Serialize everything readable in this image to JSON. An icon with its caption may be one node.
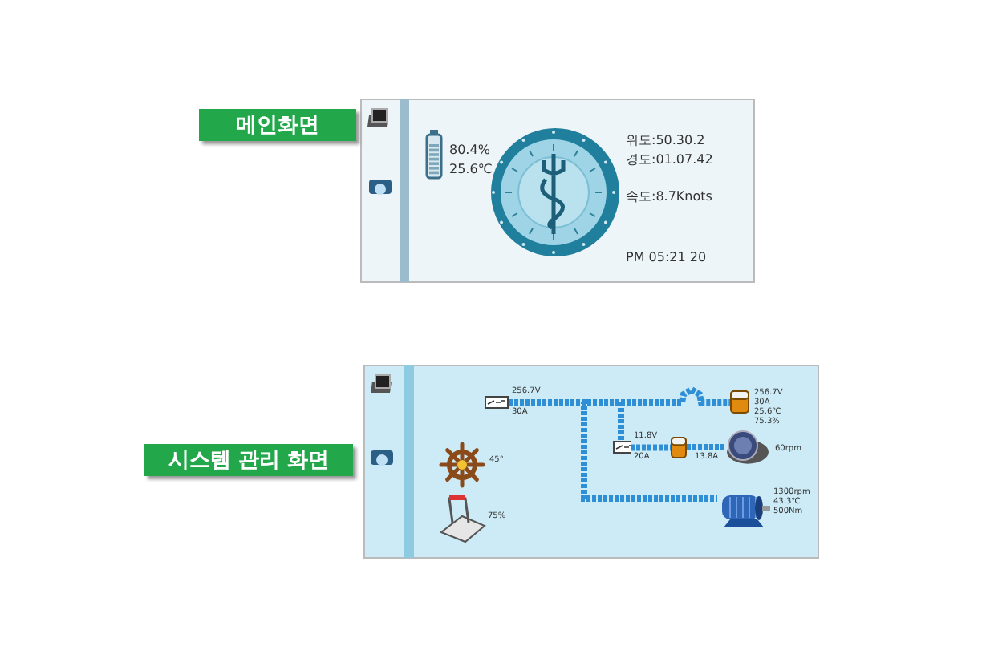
{
  "diagram": {
    "nodes": [
      {
        "text": [
          "메인화면"
        ]
      },
      {
        "text": [
          "시스템 관리 화면"
        ]
      },
      {
        "text": [],
        "shape": "box",
        "beside": [
          "256.7V",
          "30A"
        ]
      },
      {
        "text": [],
        "shape": "picture",
        "beside": [
          "256.7V",
          "30A",
          "25.6℃",
          "75.3%"
        ]
      },
      {
        "text": [],
        "shape": "box",
        "beside": [
          "11.8V",
          "20A"
        ]
      },
      {
        "text": [],
        "shape": "picture"
      },
      {
        "text": [],
        "shape": "picture",
        "beside": [
          "60rpm"
        ]
      },
      {
        "text": [],
        "shape": "picture",
        "beside": [
          "1300rpm",
          "43.3℃",
          "500Nm"
        ]
      }
    ],
    "edges": [
      {
        "from": 2,
        "to": 3,
        "arrow": "none"
      },
      {
        "from": 2,
        "to": 4,
        "arrow": "none"
      },
      {
        "from": 2,
        "to": 7,
        "arrow": "none"
      },
      {
        "from": 4,
        "to": 5,
        "arrow": "none"
      },
      {
        "from": 5,
        "to": 6,
        "arrow": "none",
        "label": "13.8A"
      }
    ],
    "labels": [
      "80.4%",
      "25.6℃",
      "위도:50.30.2",
      "경도:01.07.42",
      "속도:8.7Knots",
      "PM 05:21 20",
      "45°",
      "75%"
    ]
  }
}
